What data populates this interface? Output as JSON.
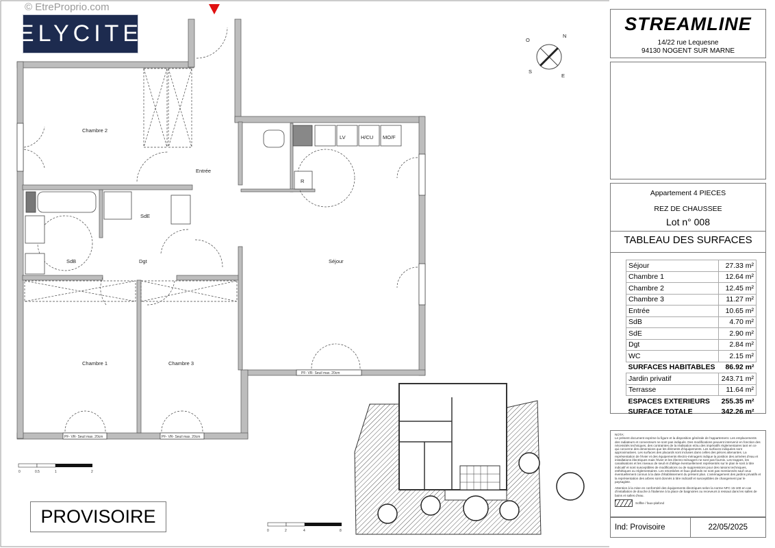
{
  "logo": {
    "text": "ELYCITE",
    "watermark": "© EtreProprio.com"
  },
  "brand": {
    "name": "STREAMLINE",
    "address_line1": "14/22 rue Lequesne",
    "address_line2": "94130 NOGENT SUR MARNE"
  },
  "compass": {
    "labels": [
      "N",
      "E",
      "S",
      "O"
    ]
  },
  "apartment": {
    "type": "Appartement 4 PIECES",
    "floor": "REZ DE CHAUSSEE",
    "lot": "Lot n° 008",
    "table_title": "TABLEAU DES SURFACES"
  },
  "surfaces": {
    "rooms": [
      {
        "name": "Séjour",
        "area": "27.33 m²"
      },
      {
        "name": "Chambre 1",
        "area": "12.64 m²"
      },
      {
        "name": "Chambre 2",
        "area": "12.45 m²"
      },
      {
        "name": "Chambre 3",
        "area": "11.27 m²"
      },
      {
        "name": "Entrée",
        "area": "10.65 m²"
      },
      {
        "name": "SdB",
        "area": "4.70 m²"
      },
      {
        "name": "SdE",
        "area": "2.90 m²"
      },
      {
        "name": "Dgt",
        "area": "2.84 m²"
      },
      {
        "name": "WC",
        "area": "2.15 m²"
      }
    ],
    "habitable": {
      "name": "SURFACES HABITABLES",
      "area": "86.92 m²"
    },
    "exterior": [
      {
        "name": "Jardin privatif",
        "area": "243.71 m²"
      },
      {
        "name": "Terrasse",
        "area": "11.64 m²"
      }
    ],
    "exterior_total": {
      "name": "ESPACES EXTERIEURS",
      "area": "255.35 m²"
    },
    "total": {
      "name": "SURFACE TOTALE",
      "area": "342.26 m²"
    }
  },
  "notes": {
    "title": "NOTA:",
    "body": "Le présent document exprime la figure et la disposition générale de l'appartement. Les emplacements des radiateurs et convecteurs ne sont pas indiqués. Des modifications peuvent intervenir en fonction des nécessités techniques, des contraintes de la réalisation et/ou des impératifs réglementaires tant en ce qui concerne des dimensions que les éléments d'équipements. Les surfaces indiquées sont approximatives. Les surfaces des placards sont incluses dans celles des pièces attenantes. La représentation de l'évier et des équipements électro-ménagers indique la position des arrivées d'eau et installations électriques mais l'évier et les électro-ménagers ne sont pas fournis. Les trappes, les canalisations et les niveaux de seuil et d'allège éventuellement représentés sur le plan le sont à titre indicatif et sont susceptibles de modifications ou de suppressions pour des raisons techniques, esthétiques ou réglementaires. Les retombées et faux plafonds ne sont pas mentionnés sauf ceux éventuellement connus à la date d'établissement du présent plan. L'aménagement des jardins privatifs et la représentation des arbres sont donnés à titre indicatif et susceptibles de changement par le paysagiste.",
    "body2": "Attention à la mise en conformité des équipements électriques selon la norme NFC 15-100 en cas d'installation de douche à l'italienne à la place de baignoires ou receveurs à ressaut dans les salles de bains et salles d'eau.",
    "legend": "Soffite / faux-plafond"
  },
  "footer": {
    "index": "Ind: Provisoire",
    "date": "22/05/2025"
  },
  "stamp": "PROVISOIRE",
  "plan": {
    "rooms": {
      "chambre2": "Chambre 2",
      "entree": "Entrée",
      "sde": "SdE",
      "sdb": "SdB",
      "dgt": "Dgt",
      "sejour": "Séjour",
      "chambre1": "Chambre 1",
      "chambre3": "Chambre 3"
    },
    "fixtures": {
      "lv": "LV",
      "hcu": "H/CU",
      "mof": "MO/F",
      "r": "R"
    },
    "window_label": "PF- VR- Seuil max. 20cm",
    "scale_main": [
      "0",
      "0.5",
      "1",
      "2"
    ],
    "scale_site": [
      "0",
      "2",
      "4",
      "8"
    ],
    "entrance_marker_color": "#e01010"
  },
  "colors": {
    "logo_bg": "#1d2b4f",
    "lot_highlight": "#e31b1b",
    "wall": "#b8b8b8"
  }
}
